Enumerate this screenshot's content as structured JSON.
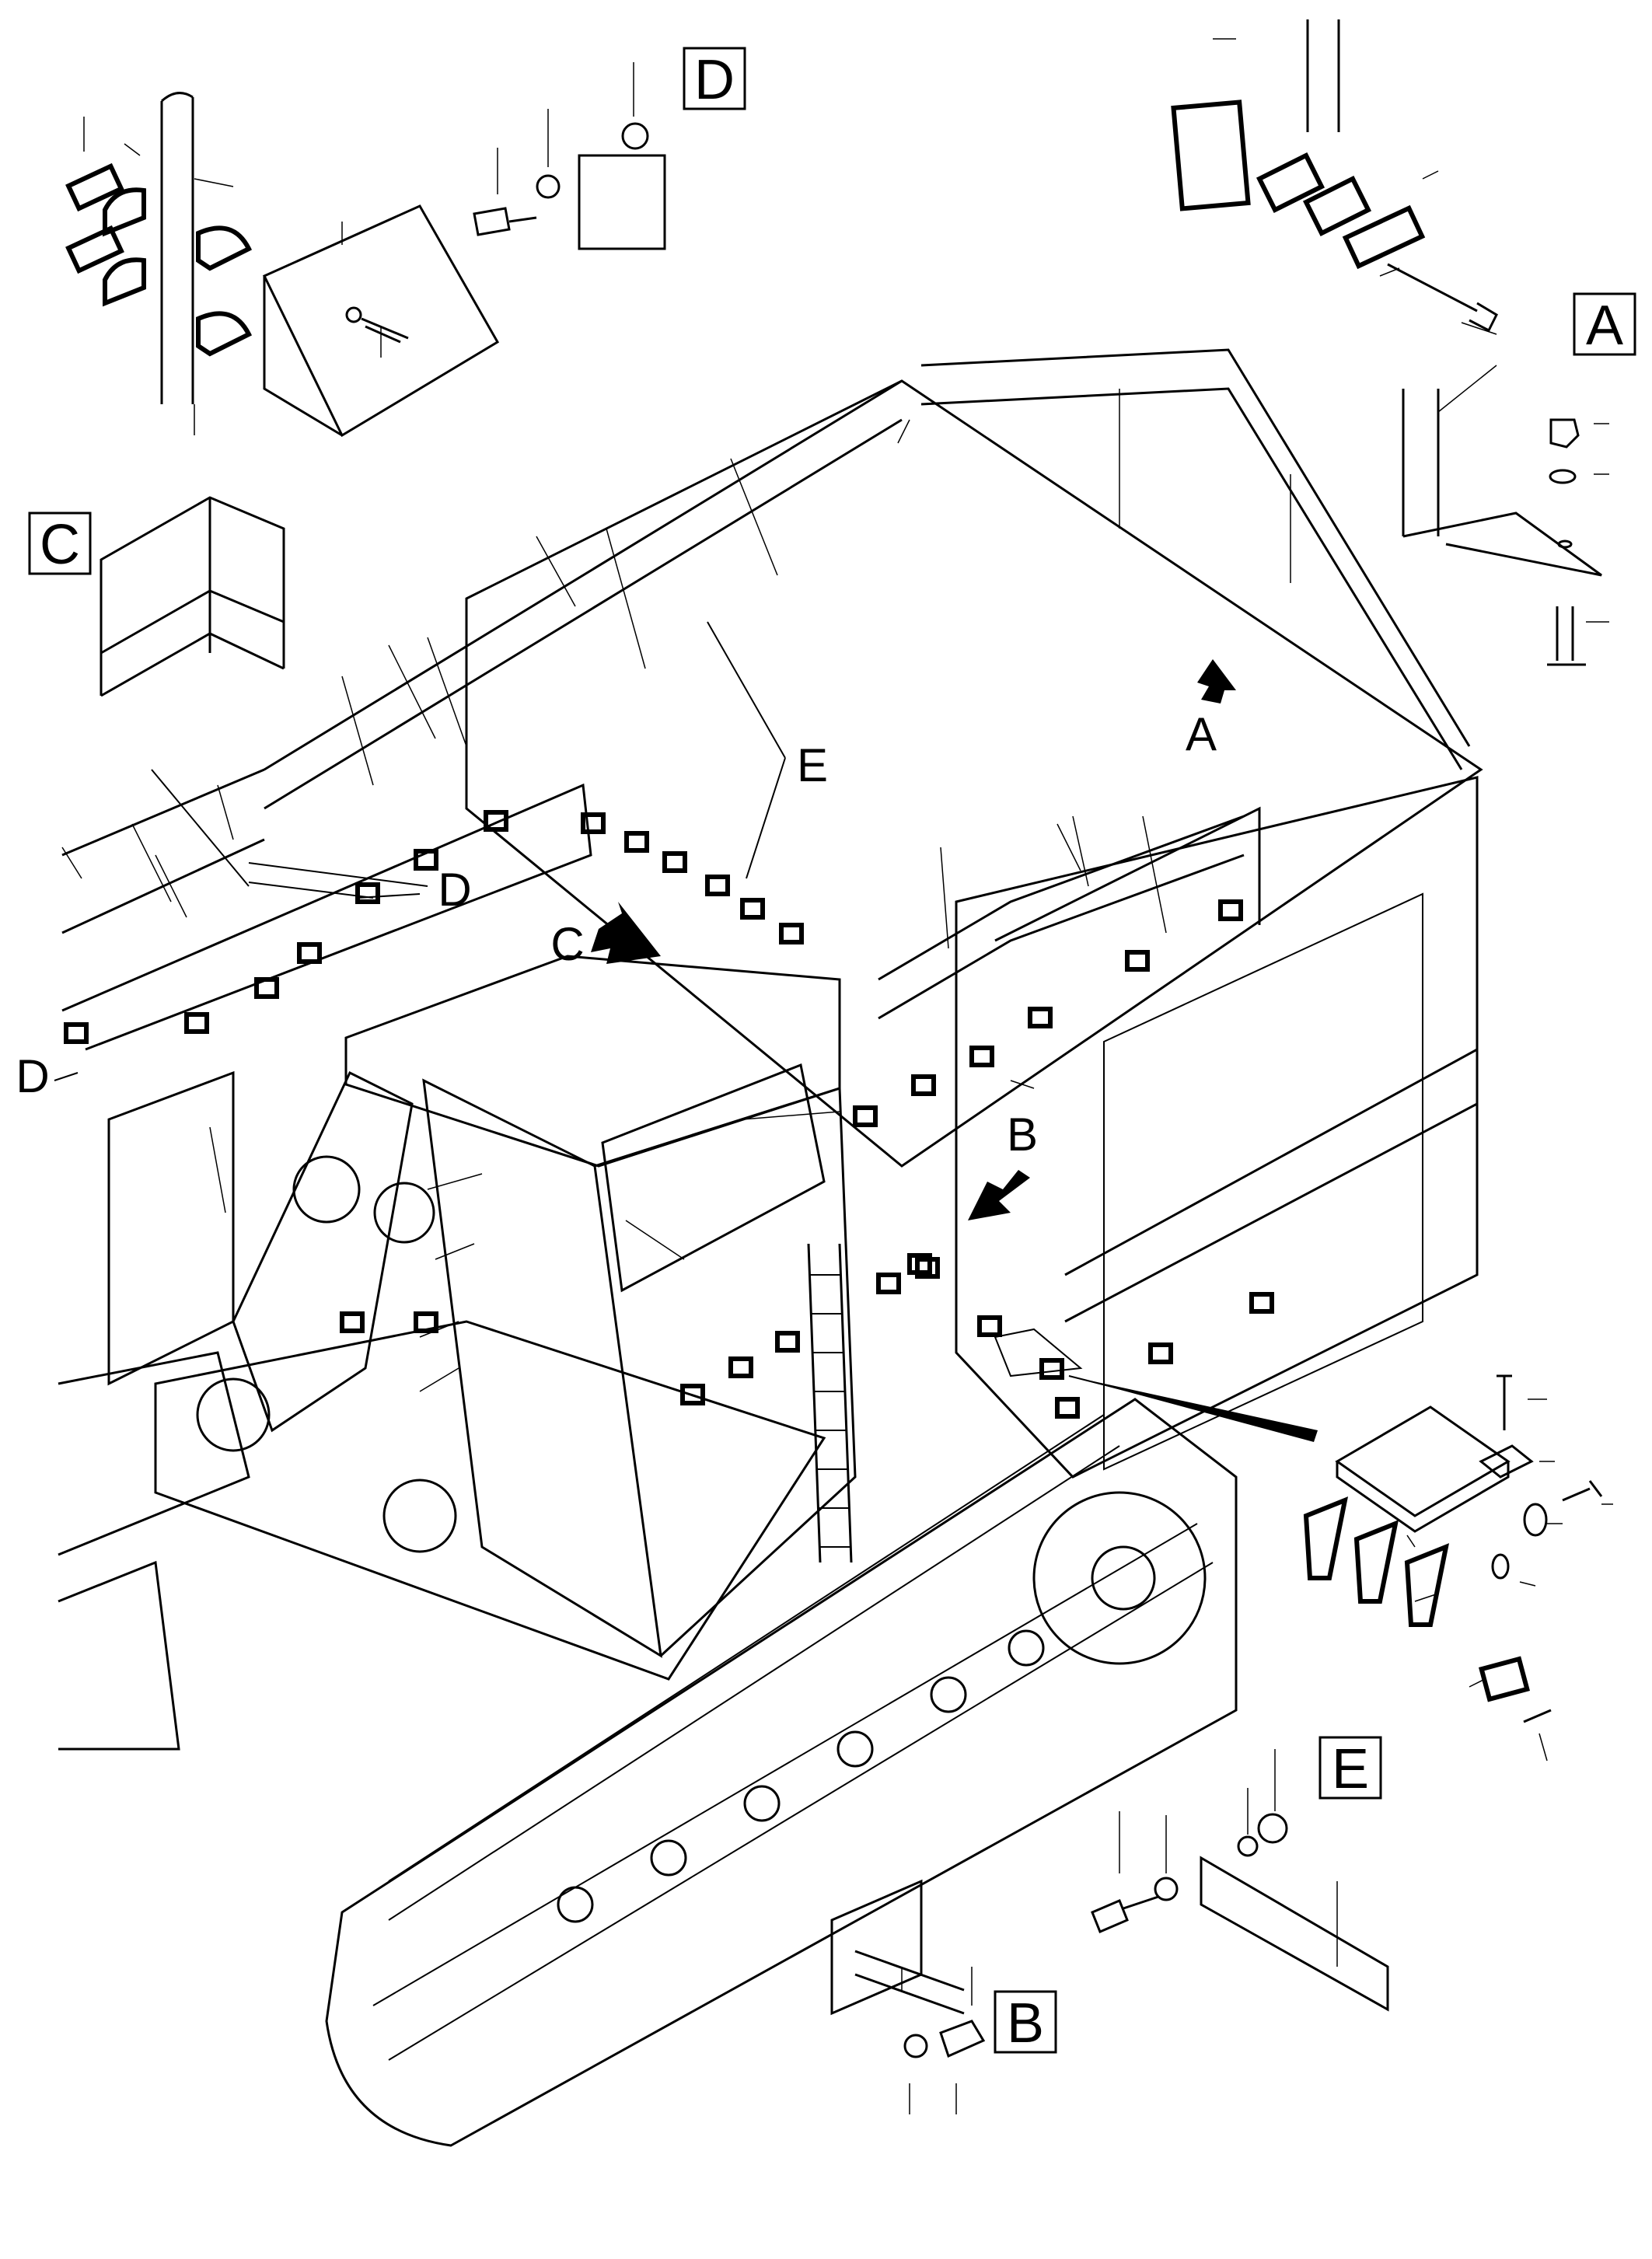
{
  "detail_views": [
    {
      "id": "detail-a",
      "letter": "A"
    },
    {
      "id": "detail-b",
      "letter": "B"
    },
    {
      "id": "detail-c",
      "letter": "C"
    },
    {
      "id": "detail-d",
      "letter": "D"
    },
    {
      "id": "detail-e",
      "letter": "E"
    }
  ],
  "callouts": {
    "view_arrow_a": "A",
    "view_arrow_b": "B",
    "view_arrow_c": "C",
    "reference_d_1": "D",
    "reference_d_2": "D",
    "reference_e": "E"
  }
}
